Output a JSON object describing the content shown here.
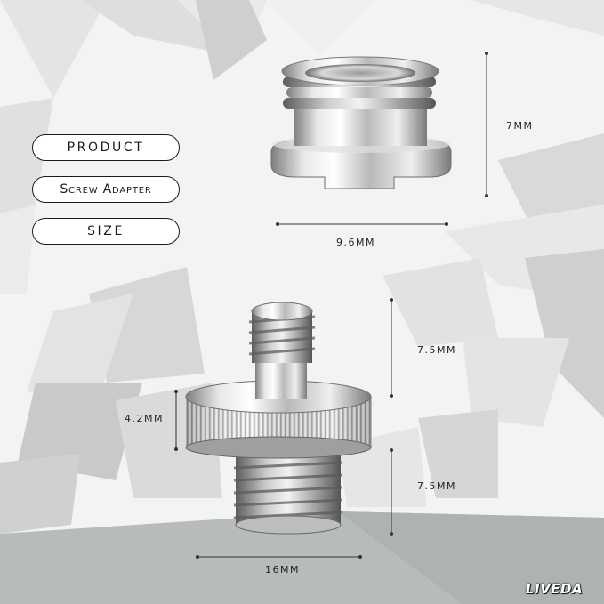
{
  "labels": {
    "product": "PRODUCT",
    "product_name": "Screw Adapter",
    "size": "SIZE"
  },
  "dimensions": {
    "adapter_height": "7MM",
    "adapter_width": "9.6MM",
    "screw_top_length": "7.5MM",
    "knob_thickness": "4.2MM",
    "screw_bottom_length": "7.5MM",
    "knob_diameter": "16MM"
  },
  "brand": {
    "logo_text": "LIVEDA"
  },
  "colors": {
    "background": "#f4f4f4",
    "metal": "#c8c8c8",
    "bottom_band": "#b4b8b8"
  }
}
